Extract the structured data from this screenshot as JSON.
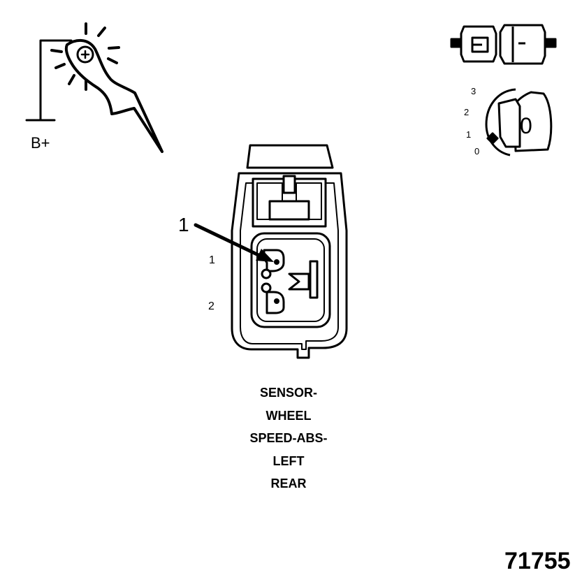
{
  "test_light": {
    "supply_label": "B+"
  },
  "ignition_key": {
    "positions": [
      "3",
      "2",
      "1",
      "0"
    ],
    "cylinder_label": "0"
  },
  "connector": {
    "callout": "1",
    "pins": [
      "1",
      "2"
    ]
  },
  "title_lines": [
    "SENSOR-",
    "WHEEL",
    "SPEED-ABS-",
    "LEFT",
    "REAR"
  ],
  "figure_number": "71755",
  "colors": {
    "ink": "#000000",
    "paper": "#ffffff"
  }
}
